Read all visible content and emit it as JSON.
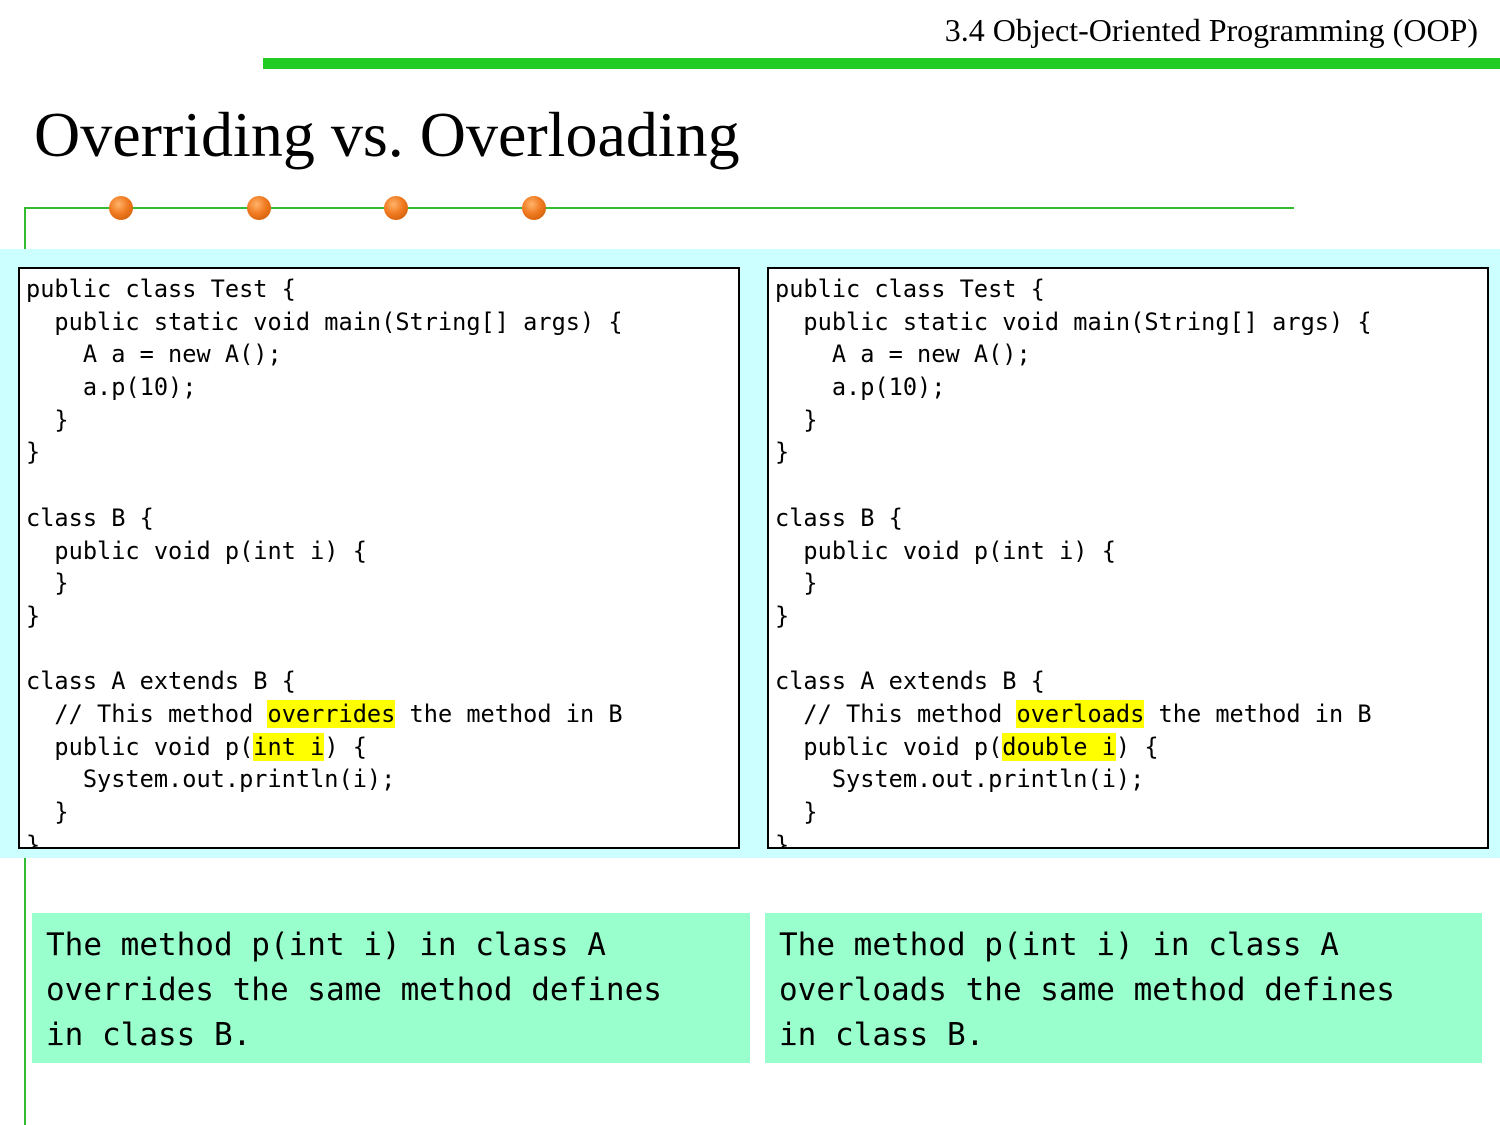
{
  "header": {
    "section_title": "3.4 Object-Oriented Programming (OOP)",
    "accent_color": "#22cc22"
  },
  "slide": {
    "title": "Overriding vs. Overloading",
    "bullet_dot_color": "#f07a20"
  },
  "left_code": {
    "lines": [
      "public class Test {",
      "  public static void main(String[] args) {",
      "    A a = new A();",
      "    a.p(10);",
      "  }",
      "}",
      "",
      "class B {",
      "  public void p(int i) {",
      "  }",
      "}",
      "",
      "class A extends B {"
    ],
    "comment_pre": "  // This method ",
    "comment_keyword": "overrides",
    "comment_post": " the method in B",
    "sig_pre": "  public void p(",
    "sig_param": "int i",
    "sig_post": ") {",
    "tail_lines": [
      "    System.out.println(i);",
      "  }",
      "}"
    ]
  },
  "right_code": {
    "lines": [
      "public class Test {",
      "  public static void main(String[] args) {",
      "    A a = new A();",
      "    a.p(10);",
      "  }",
      "}",
      "",
      "class B {",
      "  public void p(int i) {",
      "  }",
      "}",
      "",
      "class A extends B {"
    ],
    "comment_pre": "  // This method ",
    "comment_keyword": "overloads",
    "comment_post": " the method in B",
    "sig_pre": "  public void p(",
    "sig_param": "double i",
    "sig_post": ") {",
    "tail_lines": [
      "    System.out.println(i);",
      "  }",
      "}"
    ]
  },
  "notes": {
    "left": "The method p(int i) in class A\noverrides the same method defines\nin class B.",
    "right": "The method p(int i) in class A\noverloads the same method defines\nin class B."
  },
  "colors": {
    "code_band": "#ccffff",
    "highlight": "#ffff00",
    "note_bg": "#99ffcc"
  }
}
